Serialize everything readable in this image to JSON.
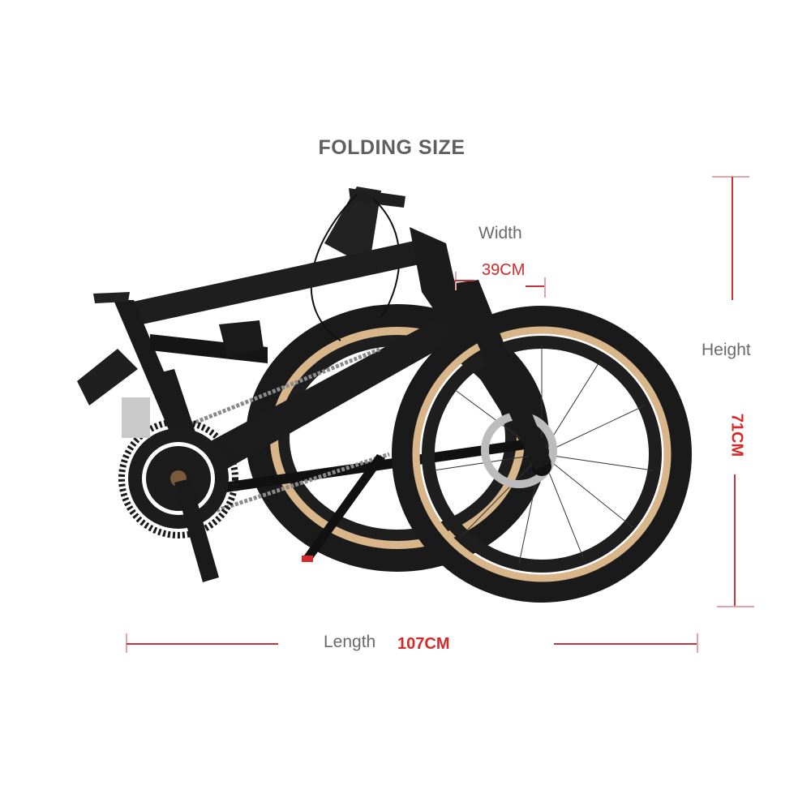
{
  "title": "FOLDING SIZE",
  "dimensions": {
    "width": {
      "label": "Width",
      "value": "39CM"
    },
    "height": {
      "label": "Height",
      "value": "71CM"
    },
    "length": {
      "label": "Length",
      "value": "107CM"
    }
  },
  "colors": {
    "title": "#5f5f5f",
    "label": "#6a6a6a",
    "value": "#d42a2a",
    "dimension_line": "#c8323a",
    "frame": "#1c1c1c",
    "tire_sidewall": "#d9b58a"
  },
  "image": {
    "subject": "folded-carbon-bicycle"
  }
}
